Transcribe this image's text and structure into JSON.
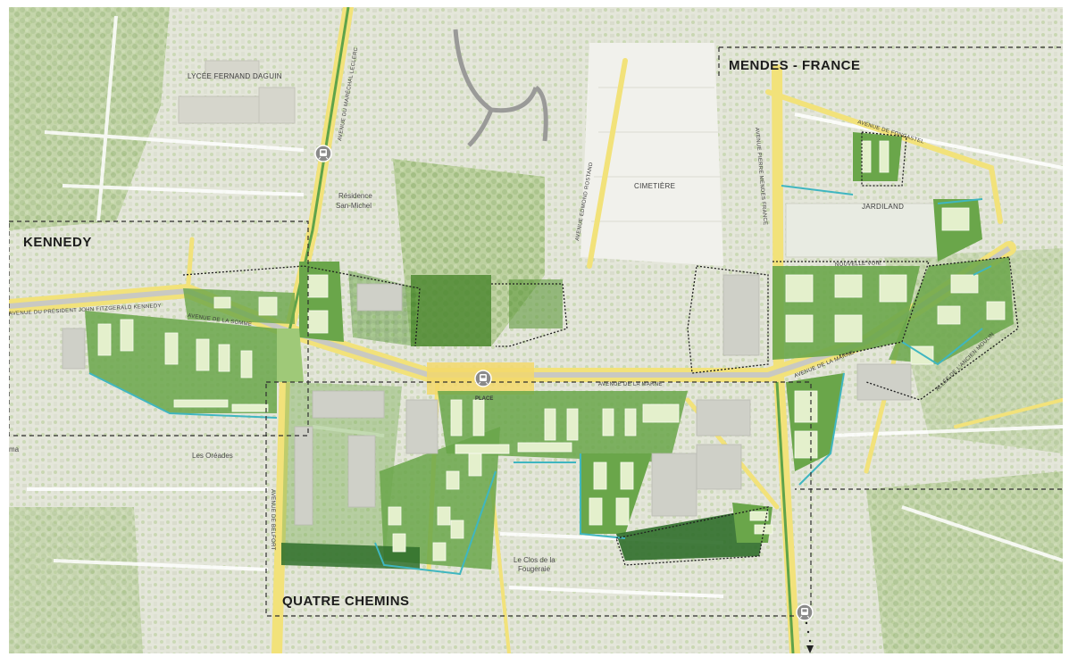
{
  "zones": {
    "kennedy": "KENNEDY",
    "mendes_france": "MENDES - FRANCE",
    "quatre_chemins": "QUATRE CHEMINS"
  },
  "places": {
    "lycee": "LYCÉE FERNAND DAGUIN",
    "residence": "Résidence\nSan-Michel",
    "cimetiere": "CIMETIÈRE",
    "jardiland": "JARDILAND",
    "oreades": "Les Oréades",
    "clos_fougeraie": "Le Clos de la\nFougeraie",
    "place": "PLACE",
    "ma": "ma"
  },
  "streets": {
    "ave_marechal_leclerc": "AVENUE DU MARÉCHAL LECLERC",
    "ave_somme": "AVENUE DE LA SOMME",
    "ave_marne_center": "AVENUE DE LA MARNE",
    "ave_marne_east": "AVENUE DE LA MARNE",
    "ave_foncastel": "AVENUE DE FONCASTEL",
    "ave_pierre_mendes": "AVENUE PIERRE MENDES FRANCE",
    "ave_edmond_rostand": "AVENUE EDMOND ROSTAND",
    "ave_kennedy": "AVENUE DU PRÉSIDENT JOHN FITZGERALD KENNEDY",
    "ave_belfort": "AVENUE DE BELFORT",
    "nouvelle_voie": "NOUVELLE VOIE",
    "allee_sud": "ALLÉE DE L'ANCIEN MOULIN"
  },
  "icons": {
    "tram_top": "tram-stop-icon",
    "tram_center": "tram-stop-icon",
    "tram_bottom": "tram-stop-icon"
  },
  "colors": {
    "road_yellow": "#f2e27a",
    "green_dark": "#2f6e2a",
    "green_mid": "#6aa64a",
    "green_light": "#b8d68a",
    "building": "#e4f0cc",
    "cyan_line": "#3fb6c0",
    "zone_dash": "#333333",
    "base": "#e6e6dc"
  }
}
